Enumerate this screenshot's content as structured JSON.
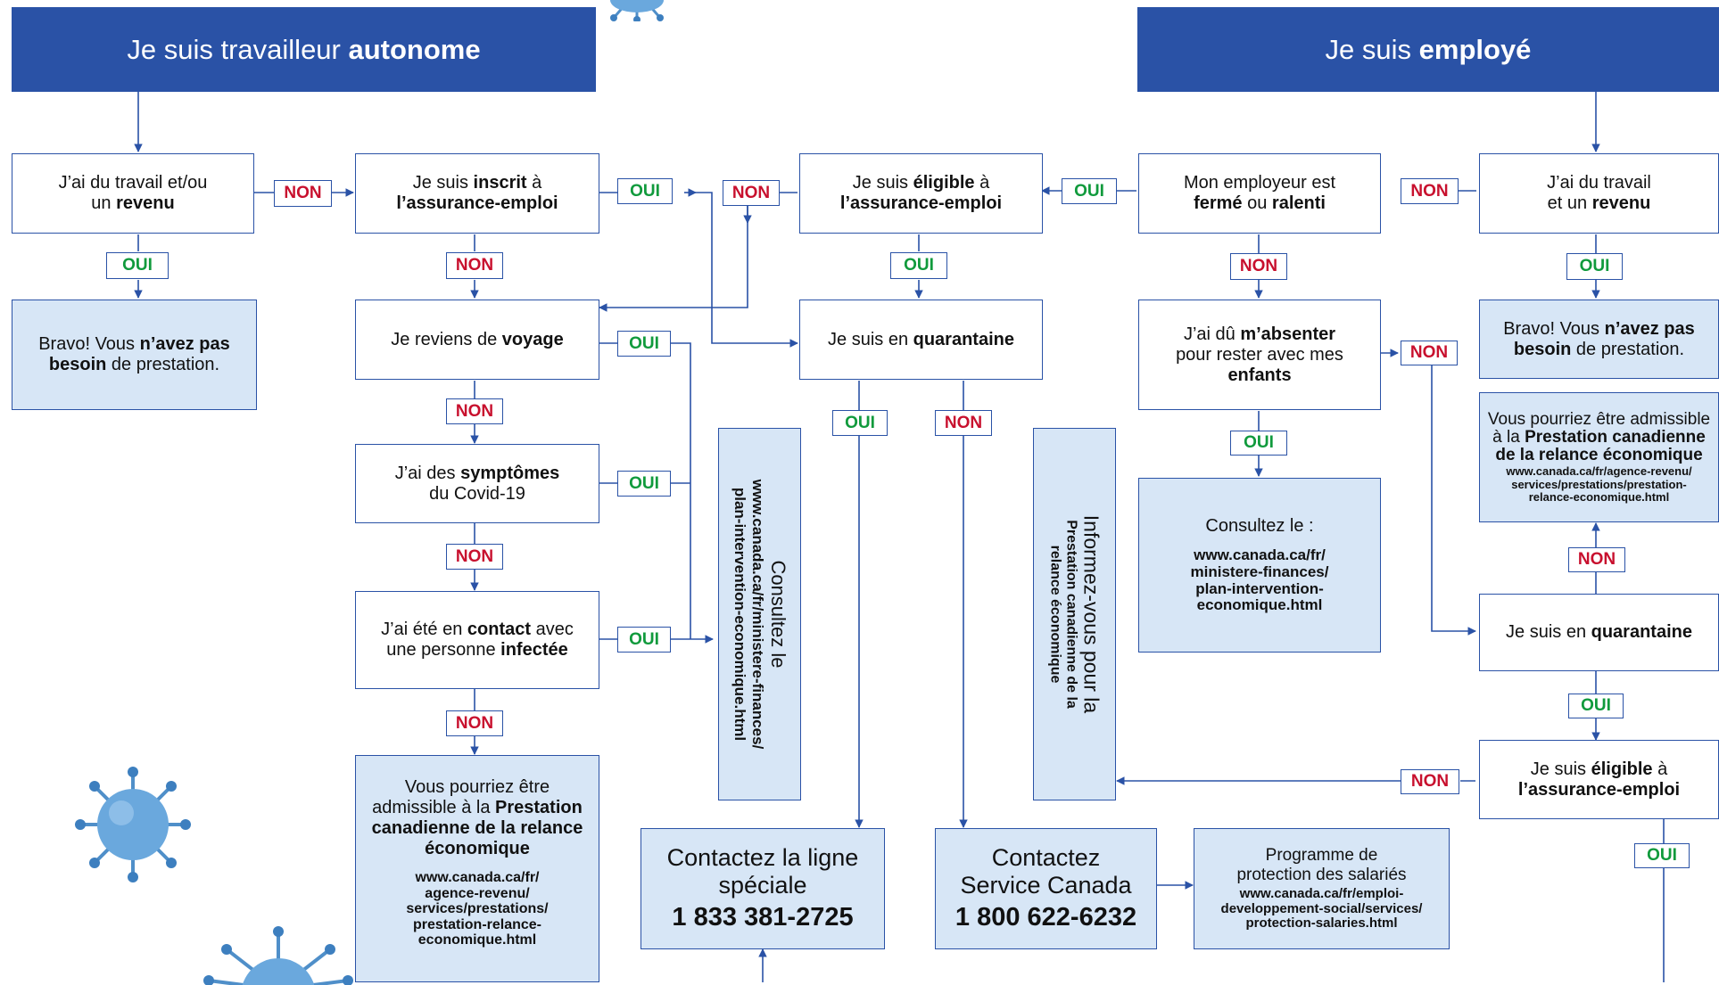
{
  "headers": {
    "left": {
      "pre": "Je suis travailleur ",
      "bold": "autonome"
    },
    "right": {
      "pre": "Je suis ",
      "bold": "employé"
    }
  },
  "left": {
    "b1": {
      "l1": "J’ai du travail et/ou",
      "l2pre": "un ",
      "l2bold": "revenu"
    },
    "bravo": {
      "pre": "Bravo! Vous ",
      "bold1": "n’avez pas",
      "bold2": "besoin",
      "post": " de prestation."
    },
    "inscrit": {
      "pre": "Je suis ",
      "bold": "inscrit",
      "post": " à",
      "l2": "l’assurance-emploi"
    },
    "voyage": {
      "pre": "Je reviens de ",
      "bold": "voyage"
    },
    "symptomes": {
      "pre": "J’ai des ",
      "bold": "symptômes",
      "l2": "du Covid-19"
    },
    "contact": {
      "pre": "J’ai été en ",
      "bold": "contact",
      "post": " avec",
      "l2pre": "une personne ",
      "l2bold": "infectée"
    },
    "pcre": {
      "l1": "Vous pourriez être",
      "l2pre": "admissible à la ",
      "l2bold": "Prestation",
      "l3": "canadienne de la relance",
      "l4": "économique",
      "url": [
        "www.canada.ca/fr/",
        "agence-revenu/",
        "services/prestations/",
        "prestation-relance-",
        "economique.html"
      ]
    }
  },
  "middle": {
    "eligible": {
      "pre": "Je suis ",
      "bold": "éligible",
      "post": " à",
      "l2": "l’assurance-emploi"
    },
    "quarantaine": {
      "pre": "Je suis en ",
      "bold": "quarantaine"
    },
    "consultez_vertical": {
      "l1": "Consultez le",
      "l2": "www.canada.ca/fr/ministere-finances/",
      "l3": "plan-intervention-economique.html"
    },
    "ligne": {
      "l1": "Contactez la ligne",
      "l2": "spéciale",
      "phone": "1 833 381-2725"
    },
    "service_canada": {
      "l1": "Contactez",
      "l2": "Service Canada",
      "phone": "1 800 622-6232"
    },
    "informez": {
      "l1": "Informez-vous pour la",
      "l2": "Prestation canadienne de la",
      "l3": "relance économique"
    },
    "programme": {
      "l1": "Programme de",
      "l2": "protection des salariés",
      "url": [
        "www.canada.ca/fr/emploi-",
        "developpement-social/services/",
        "protection-salaries.html"
      ]
    }
  },
  "right": {
    "employeur": {
      "l1": "Mon employeur est",
      "b1": "fermé",
      "mid": " ou ",
      "b2": "ralenti"
    },
    "travail": {
      "l1": "J’ai du travail",
      "l2pre": "et un ",
      "l2bold": "revenu"
    },
    "absenter": {
      "pre": "J’ai dû ",
      "bold": "m’absenter",
      "l2": "pour rester avec mes",
      "l3": "enfants"
    },
    "consultez": {
      "l1": "Consultez le :",
      "url": [
        "www.canada.ca/fr/",
        "ministere-finances/",
        "plan-intervention-",
        "economique.html"
      ]
    },
    "bravo": {
      "pre": "Bravo! Vous ",
      "bold1": "n’avez pas",
      "bold2": "besoin",
      "post": " de prestation."
    },
    "pcre": {
      "l1": "Vous pourriez être admissible",
      "l2pre": "à la ",
      "l2bold": "Prestation canadienne",
      "l3": "de la relance économique",
      "url": [
        "www.canada.ca/fr/agence-revenu/",
        "services/prestations/prestation-",
        "relance-economique.html"
      ]
    },
    "quarantaine": {
      "pre": "Je suis en ",
      "bold": "quarantaine"
    },
    "eligible": {
      "pre": "Je suis ",
      "bold": "éligible",
      "post": " à",
      "l2": "l’assurance-emploi"
    }
  },
  "labels": {
    "oui": "OUI",
    "non": "NON"
  },
  "colors": {
    "header": "#2a52a6",
    "box_fill": "#d7e6f6",
    "oui": "#109a3c",
    "non": "#c8102e",
    "line": "#2a52a6"
  },
  "icons": [
    "coronavirus-icon"
  ]
}
